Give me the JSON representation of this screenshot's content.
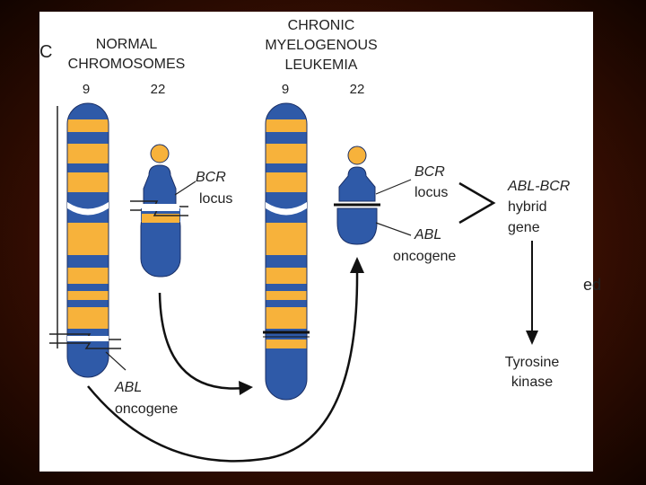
{
  "diagram": {
    "normal_header_line1": "NORMAL",
    "normal_header_line2": "CHROMOSOMES",
    "cml_header_line1": "CHRONIC",
    "cml_header_line2": "MYELOGENOUS",
    "cml_header_line3": "LEUKEMIA",
    "chrom_9_label": "9",
    "chrom_22_label": "22",
    "bcr_label": "BCR",
    "locus_label": "locus",
    "abl_label": "ABL",
    "oncogene_label": "oncogene",
    "hybrid_line1": "ABL-BCR",
    "hybrid_line2": "hybrid",
    "hybrid_line3": "gene",
    "kinase_line1": "Tyrosine",
    "kinase_line2": "kinase",
    "partial_left_char": "C",
    "partial_right_text": "ed"
  },
  "colors": {
    "chromosome_blue": "#2f5aa8",
    "band_orange": "#f7b23b",
    "centromere_orange": "#f7b23b",
    "panel_white": "#ffffff",
    "background_dark": "#3a0f02"
  }
}
